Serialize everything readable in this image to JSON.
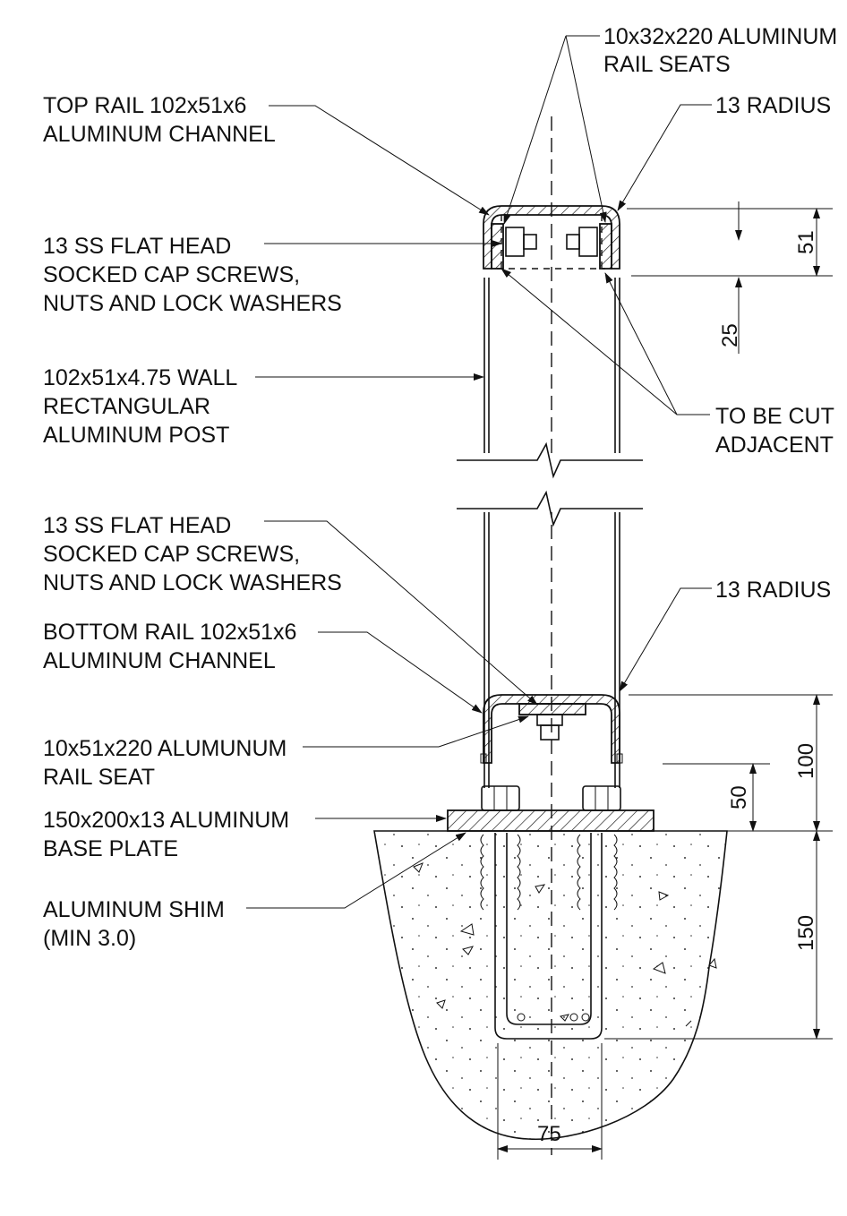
{
  "labels": {
    "rail_seats_top_1": "10x32x220 ALUMINUM",
    "rail_seats_top_2": "RAIL SEATS",
    "top_rail_1": "TOP RAIL 102x51x6",
    "top_rail_2": "ALUMINUM CHANNEL",
    "radius_top": "13 RADIUS",
    "screws_top_1": "13 SS FLAT HEAD",
    "screws_top_2": "SOCKED CAP SCREWS,",
    "screws_top_3": "NUTS AND LOCK WASHERS",
    "post_1": "102x51x4.75 WALL",
    "post_2": "RECTANGULAR",
    "post_3": "ALUMINUM POST",
    "cut_1": "TO BE CUT",
    "cut_2": "ADJACENT",
    "screws_bot_1": "13 SS FLAT HEAD",
    "screws_bot_2": "SOCKED CAP SCREWS,",
    "screws_bot_3": "NUTS AND LOCK WASHERS",
    "radius_bot": "13 RADIUS",
    "bottom_rail_1": "BOTTOM RAIL 102x51x6",
    "bottom_rail_2": "ALUMINUM CHANNEL",
    "seat_bot_1": "10x51x220 ALUMUNUM",
    "seat_bot_2": "RAIL SEAT",
    "base_plate_1": "150x200x13 ALUMINUM",
    "base_plate_2": "BASE PLATE",
    "shim_1": "ALUMINUM SHIM",
    "shim_2": "(MIN 3.0)"
  },
  "dimensions": {
    "top_rail_height": "51",
    "top_rail_gap": "25",
    "bottom_rail_height": "100",
    "bottom_rail_gap": "50",
    "embed_depth": "150",
    "bolt_spacing": "75"
  }
}
